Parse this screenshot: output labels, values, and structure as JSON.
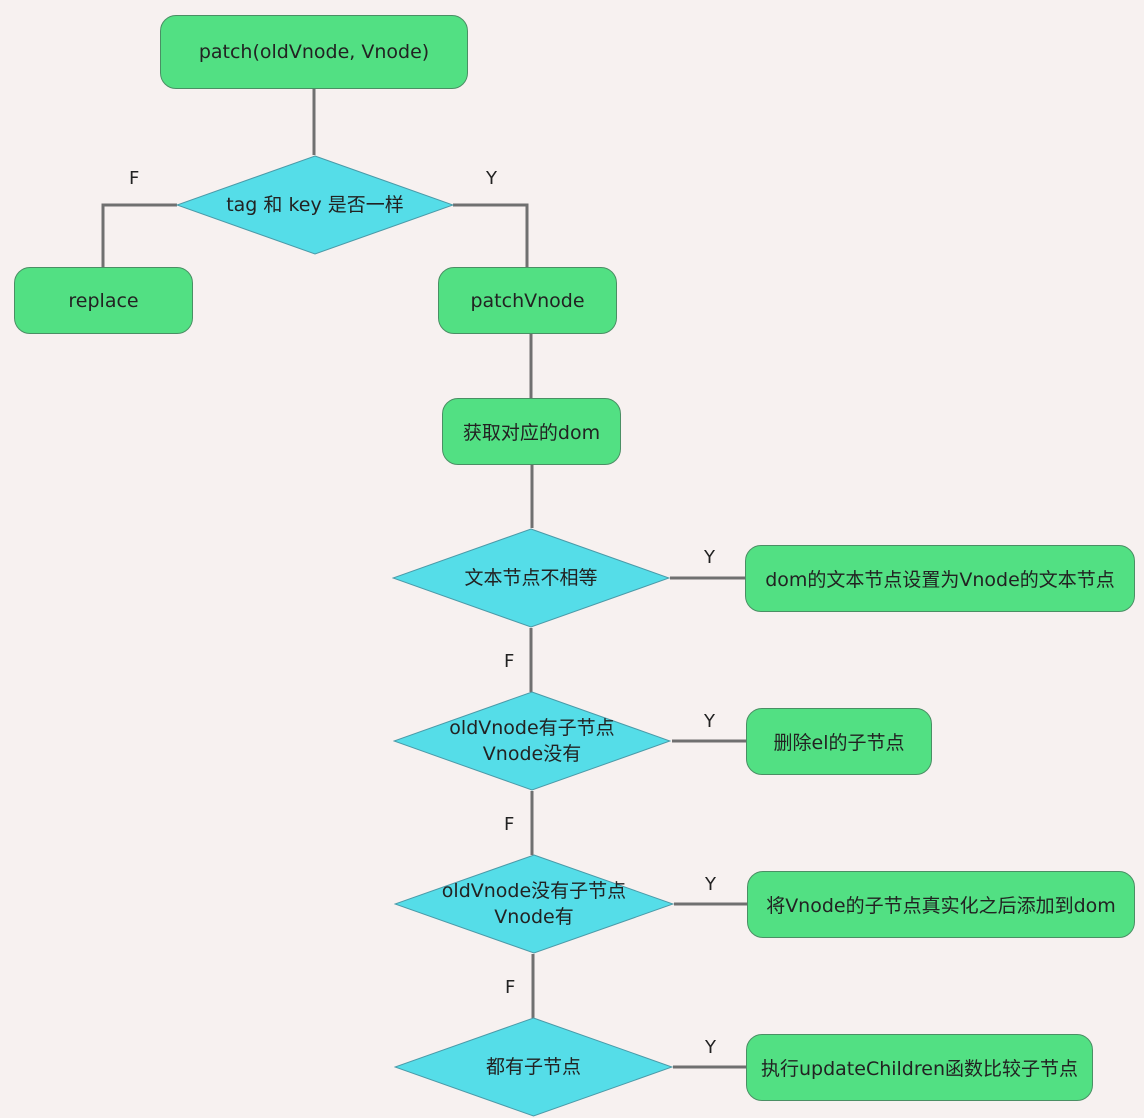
{
  "nodes": {
    "patch": "patch(oldVnode, Vnode)",
    "same_check": "tag 和 key 是否一样",
    "replace": "replace",
    "patch_vnode": "patchVnode",
    "get_dom": "获取对应的dom",
    "text_check": "文本节点不相等",
    "set_text": "dom的文本节点设置为Vnode的文本节点",
    "old_has_children_line1": "oldVnode有子节点",
    "old_has_children_line2": "Vnode没有",
    "remove_children": "删除el的子节点",
    "new_has_children_line1": "oldVnode没有子节点",
    "new_has_children_line2": "Vnode有",
    "add_children": "将Vnode的子节点真实化之后添加到dom",
    "both_children": "都有子节点",
    "update_children": "执行updateChildren函数比较子节点"
  },
  "labels": {
    "yes": "Y",
    "no": "F"
  },
  "colors": {
    "background": "#f7f1f0",
    "process": "#52e083",
    "decision": "#55dde8",
    "line": "#707070"
  }
}
